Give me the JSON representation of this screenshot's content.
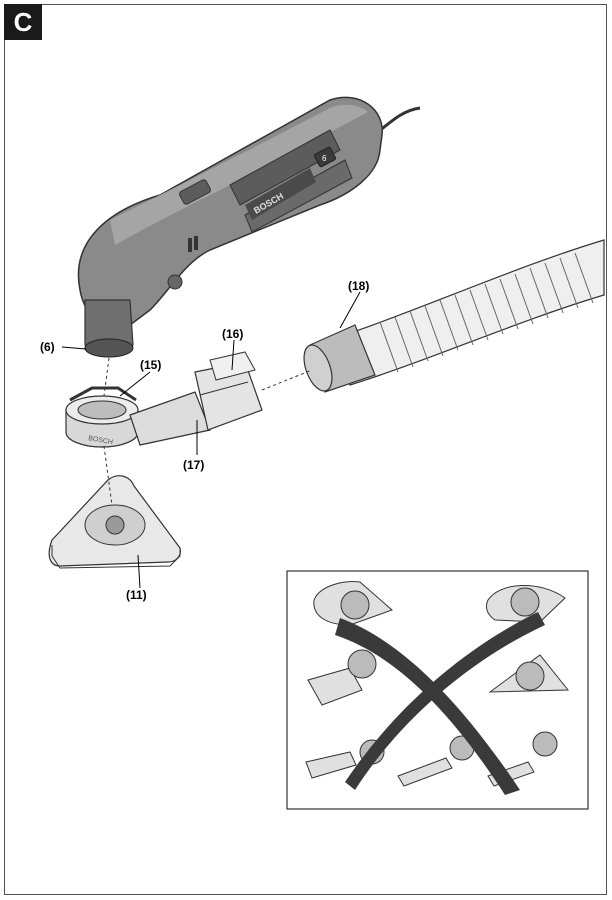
{
  "section": {
    "letter": "C"
  },
  "callouts": {
    "c6": "(6)",
    "c15": "(15)",
    "c16": "(16)",
    "c17": "(17)",
    "c18": "(18)",
    "c11": "(11)"
  },
  "tool_branding": {
    "brand": "BOSCH",
    "speed_dial": "6"
  },
  "colors": {
    "badge": "#1a1a1a",
    "tool_body": "#8a8a8a",
    "tool_dark": "#5c5c5c",
    "accessory": "#dcdcdc",
    "cross": "#3a3a3a"
  }
}
